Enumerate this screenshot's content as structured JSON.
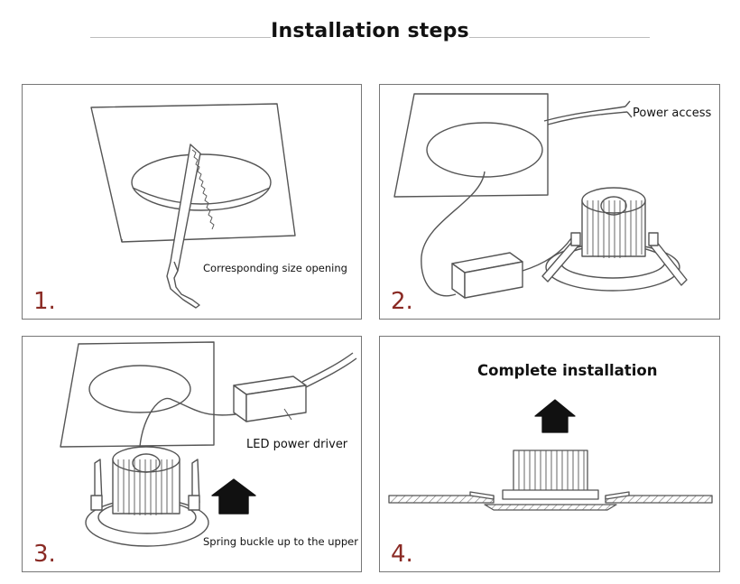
{
  "title": "Installation steps",
  "steps": [
    {
      "number": "1.",
      "labels": [
        "Corresponding size opening"
      ]
    },
    {
      "number": "2.",
      "labels": [
        "Power access"
      ]
    },
    {
      "number": "3.",
      "labels": [
        "LED power driver",
        "Spring buckle up to the upper"
      ]
    },
    {
      "number": "4.",
      "labels": [
        "Complete installation"
      ]
    }
  ],
  "colors": {
    "step_number": "#8a2a24",
    "panel_border": "#777777",
    "line_art": "#555555"
  }
}
